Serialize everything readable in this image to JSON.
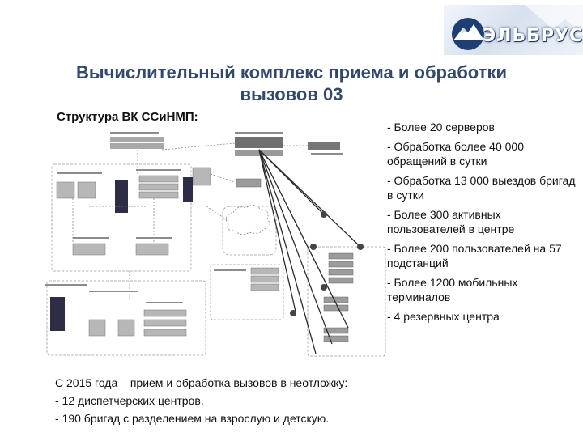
{
  "logo": {
    "text": "ЭЛЬБРУС"
  },
  "title": {
    "line1": "Вычислительный комплекс  приема и обработки",
    "line2": "вызовов 03"
  },
  "structure_label": "Структура ВК ССиНМП:",
  "bullets": [
    "- Более 20 серверов",
    "- Обработка более 40 000 обращений в сутки",
    "- Обработка 13 000 выездов бригад в сутки",
    "- Более 300 активных пользователей в центре",
    "- Более 200 пользователей на 57 подстанций",
    "- Более 1200 мобильных терминалов",
    "- 4 резервных центра"
  ],
  "footer": {
    "line1": "С 2015 года – прием и обработка вызовов в неотложку:",
    "line2": "- 12 диспетчерских центров.",
    "line3": "- 190 бригад с разделением на взрослую и детскую."
  }
}
